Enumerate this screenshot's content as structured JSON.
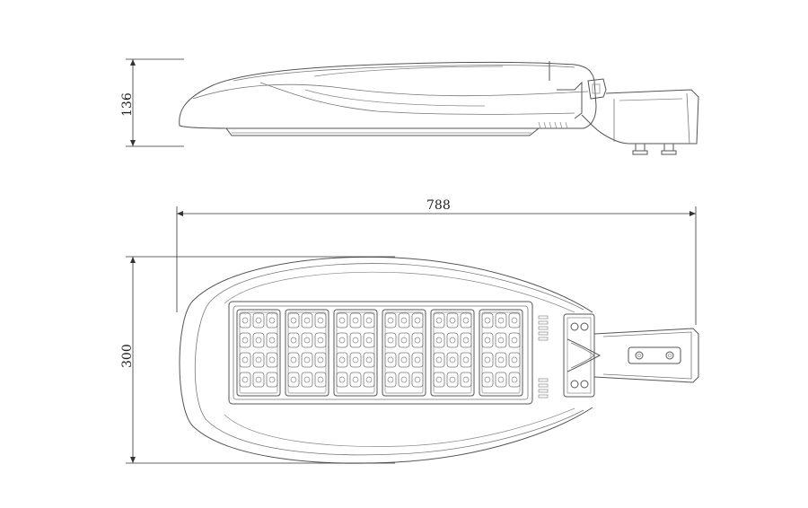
{
  "dimensions": {
    "height_label": "136",
    "length_label": "788",
    "width_label": "300"
  },
  "led_module_count": 6
}
